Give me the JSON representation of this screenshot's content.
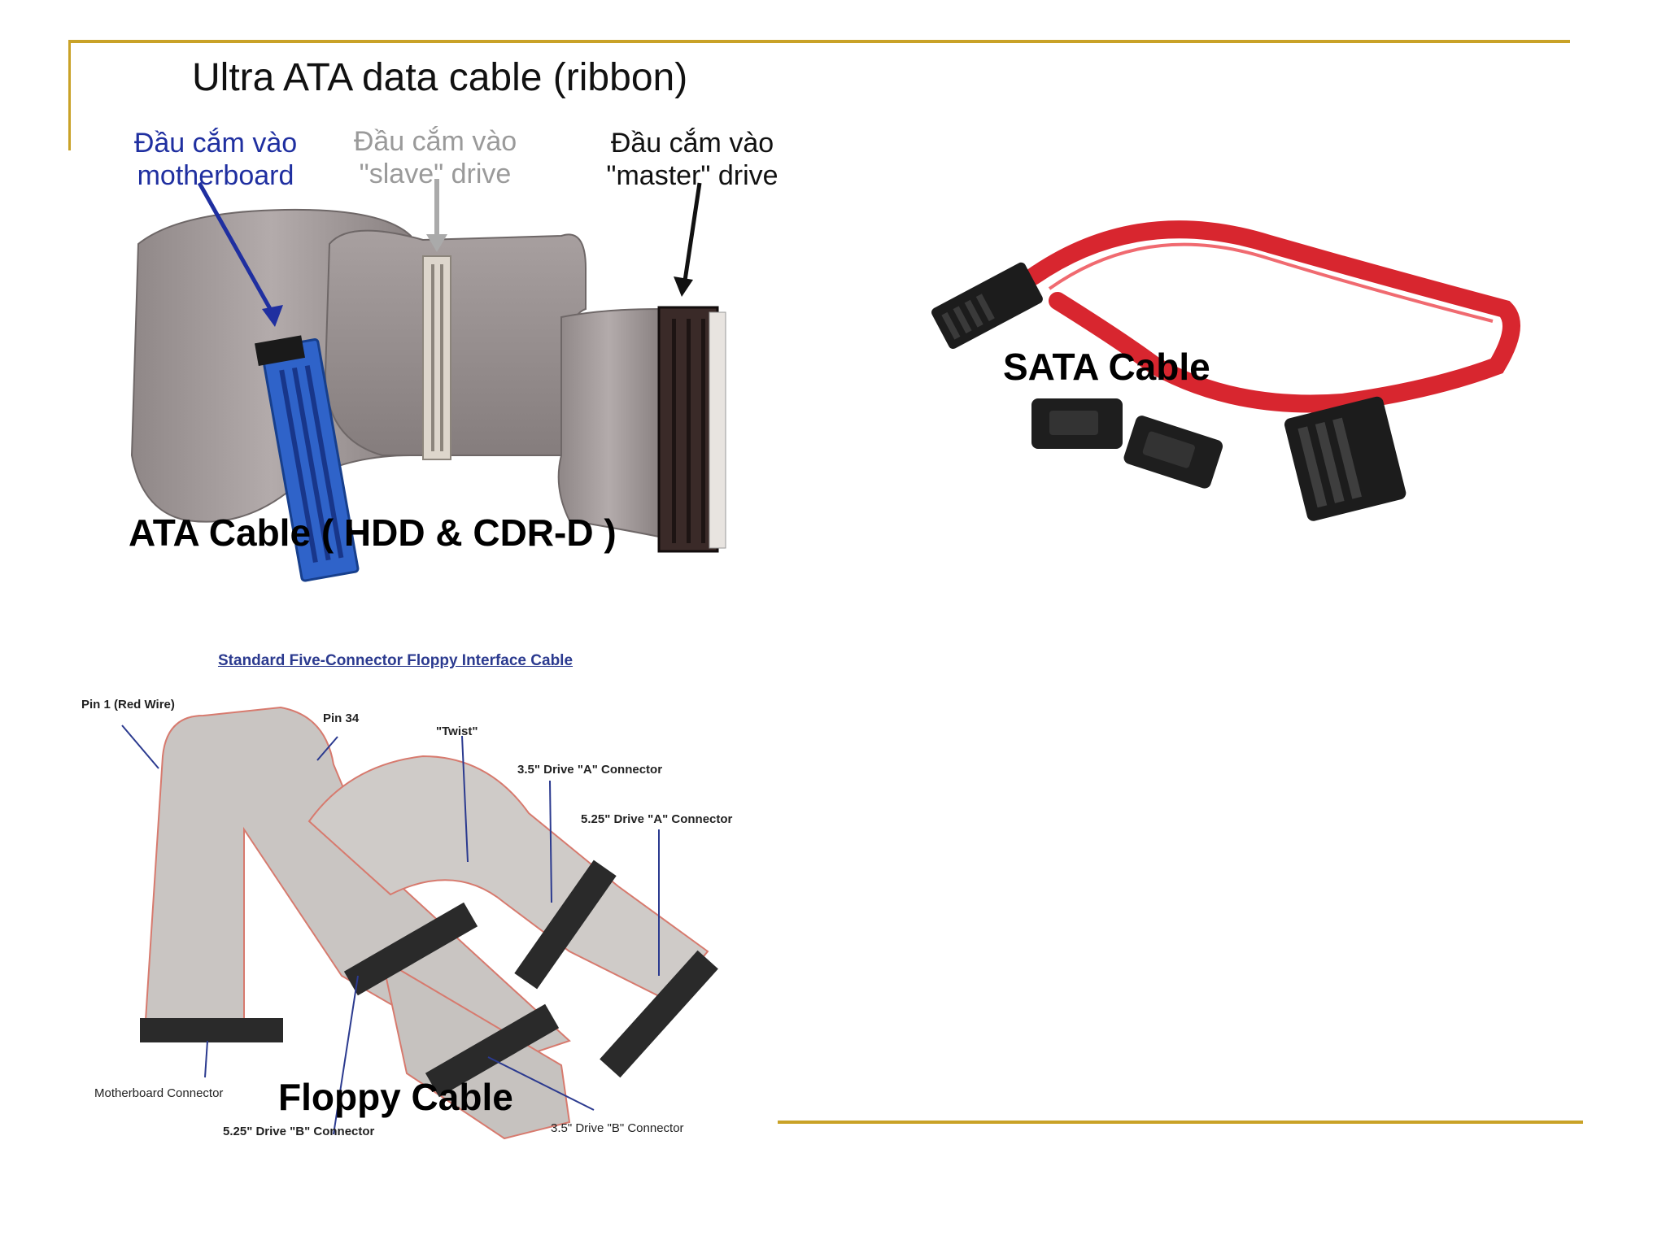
{
  "ata": {
    "title": "Ultra ATA data cable (ribbon)",
    "label_motherboard_line1": "Đầu cắm vào",
    "label_motherboard_line2": "motherboard",
    "label_slave_line1": "Đầu cắm vào",
    "label_slave_line2": "\"slave\" drive",
    "label_master_line1": "Đầu cắm vào",
    "label_master_line2": "\"master\" drive",
    "caption": "ATA Cable ( HDD & CDR-D )"
  },
  "sata": {
    "caption": "SATA Cable"
  },
  "floppy": {
    "title": "Standard Five-Connector Floppy Interface Cable",
    "pin1": "Pin 1 (Red Wire)",
    "pin34": "Pin 34",
    "twist": "\"Twist\"",
    "drive_a_35": "3.5\" Drive \"A\" Connector",
    "drive_a_525": "5.25\" Drive \"A\" Connector",
    "motherboard_conn": "Motherboard Connector",
    "drive_b_525": "5.25\" Drive \"B\" Connector",
    "drive_b_35": "3.5\" Drive \"B\" Connector",
    "caption": "Floppy Cable"
  },
  "colors": {
    "accent_line": "#c9a227",
    "motherboard_label": "#1f2fa0",
    "slave_label": "#9a9a9a",
    "master_label": "#111111",
    "sata_cable": "#d8262f",
    "ribbon_gray": "#9e9696"
  }
}
